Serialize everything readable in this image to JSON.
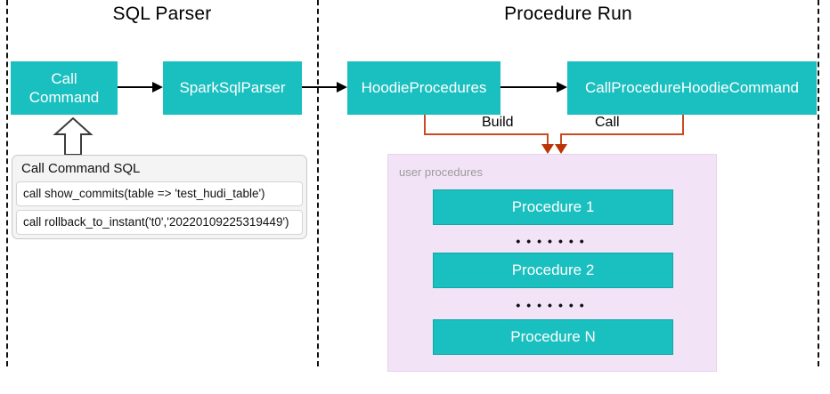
{
  "sections": {
    "sql_parser": {
      "title": "SQL Parser"
    },
    "procedure_run": {
      "title": "Procedure Run"
    }
  },
  "nodes": {
    "call_command": "Call Command",
    "spark_sql_parser": "SparkSqlParser",
    "hoodie_procedures": "HoodieProcedures",
    "call_procedure_hoodie_command": "CallProcedureHoodieCommand"
  },
  "edges": {
    "build_label": "Build",
    "call_label": "Call"
  },
  "sql_box": {
    "header": "Call Command SQL",
    "rows": [
      "call show_commits(table => 'test_hudi_table')",
      "call rollback_to_instant('t0','20220109225319449')"
    ]
  },
  "user_procedures": {
    "label": "user procedures",
    "items": [
      "Procedure 1",
      "Procedure 2",
      "Procedure N"
    ],
    "dots": "•••••••"
  },
  "colors": {
    "node_teal": "#1abfbf",
    "user_procedures_bg": "#f2e4f6",
    "orange_connector": "#cc4a22",
    "orange_arrowhead": "#bb3307"
  }
}
